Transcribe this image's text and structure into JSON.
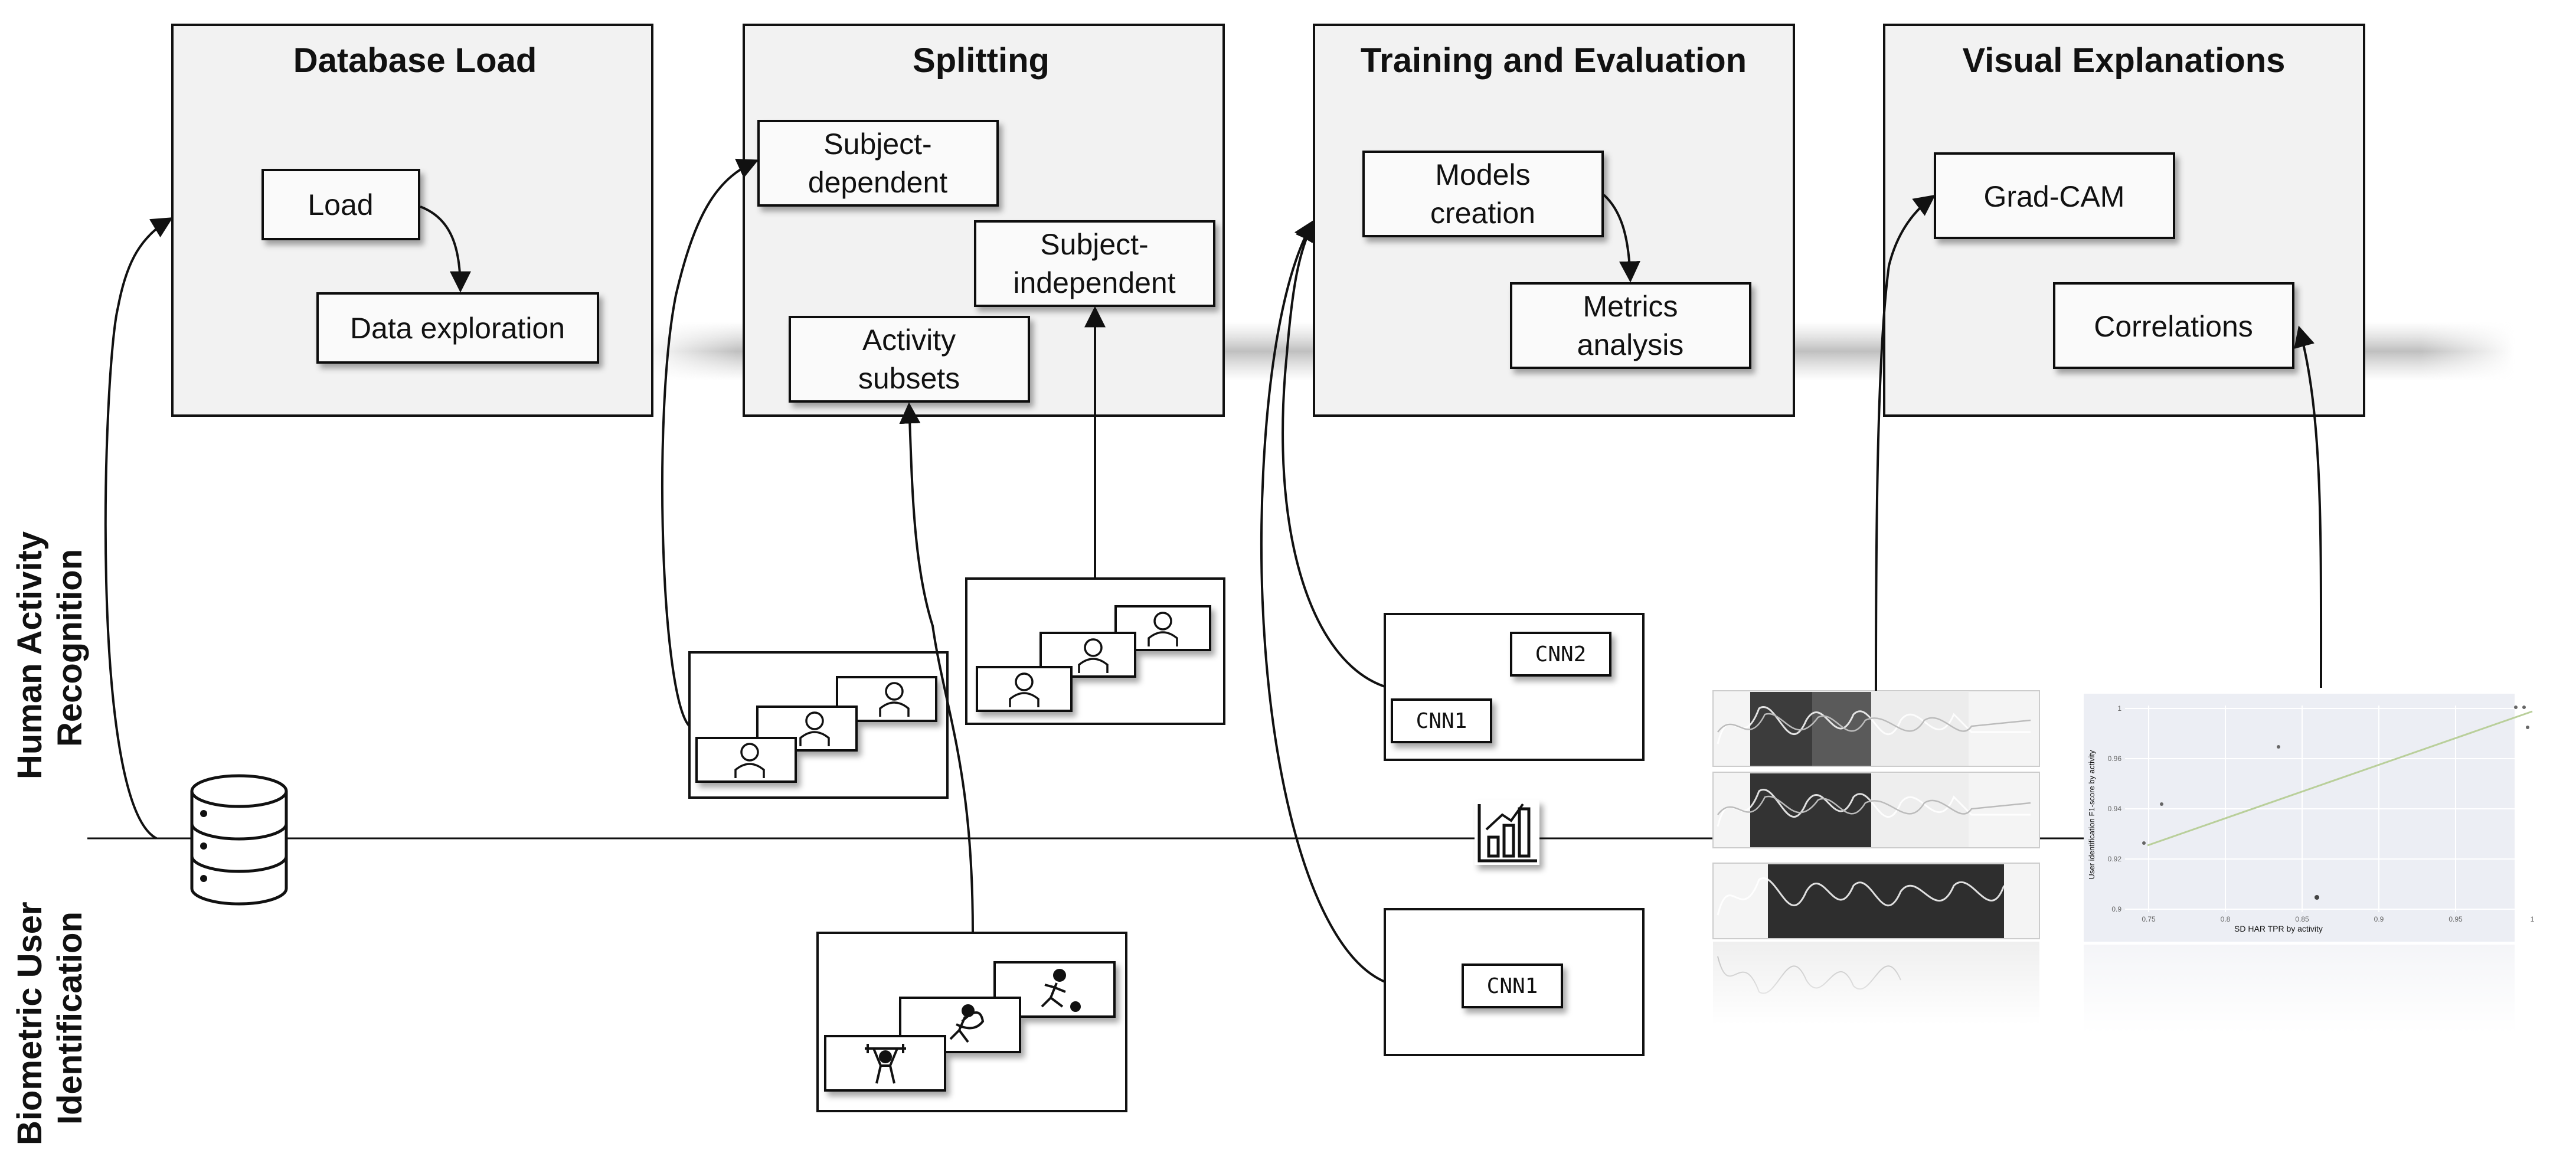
{
  "stages": [
    {
      "title": "Database Load",
      "items": [
        "Load",
        "Data exploration"
      ]
    },
    {
      "title": "Splitting",
      "items": [
        "Subject-",
        "dependent",
        "Subject-",
        "independent",
        "Activity",
        "subsets"
      ]
    },
    {
      "title": "Training and Evaluation",
      "items": [
        "Models",
        "creation",
        "Metrics",
        "analysis"
      ]
    },
    {
      "title": "Visual Explanations",
      "items": [
        "Grad-CAM",
        "Correlations"
      ]
    }
  ],
  "side_labels": {
    "top": [
      "Human Activity",
      "Recognition"
    ],
    "bottom": [
      "Biometric User",
      "Identification"
    ]
  },
  "models": {
    "har": [
      "CNN2",
      "CNN1"
    ],
    "bui": [
      "CNN1"
    ]
  },
  "plot": {
    "xlabel": "SD HAR TPR by activity",
    "ylabel": "User identification F1-score by activity",
    "xticks": [
      "0.75",
      "0.8",
      "0.85",
      "0.9",
      "0.95",
      "1"
    ],
    "yticks": [
      "1",
      "0.96",
      "0.94",
      "0.92",
      "0.9"
    ]
  },
  "colors": {
    "panel_fill": "#f2f2f2",
    "box_fill": "#fafafa",
    "stroke": "#111111",
    "shadow": "#bdbdbd"
  }
}
